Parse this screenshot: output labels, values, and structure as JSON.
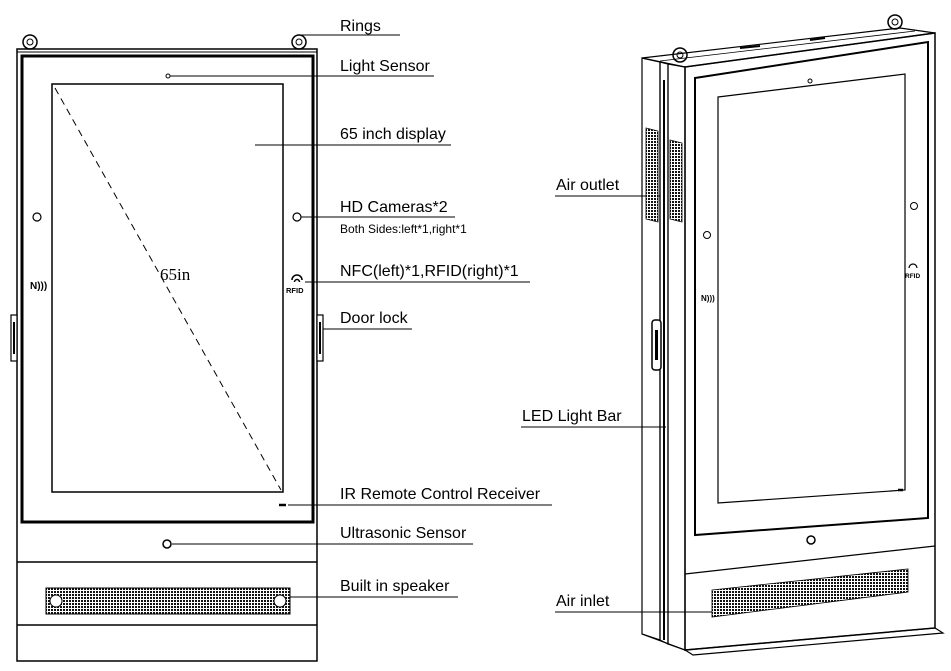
{
  "labels": {
    "rings": "Rings",
    "light_sensor": "Light Sensor",
    "display": "65 inch display",
    "hd_cameras": "HD Cameras*2",
    "hd_cameras_detail": "Both Sides:left*1,right*1",
    "nfc_rfid": "NFC(left)*1,RFID(right)*1",
    "door_lock": "Door lock",
    "ir_receiver": "IR Remote Control Receiver",
    "ultrasonic": "Ultrasonic Sensor",
    "speaker": "Built in speaker",
    "air_outlet": "Air outlet",
    "led_bar": "LED Light Bar",
    "air_inlet": "Air inlet"
  },
  "dimension": {
    "diagonal": "65in"
  },
  "icons": {
    "nfc_glyph": "N)))",
    "rfid_glyph": "RFID"
  }
}
